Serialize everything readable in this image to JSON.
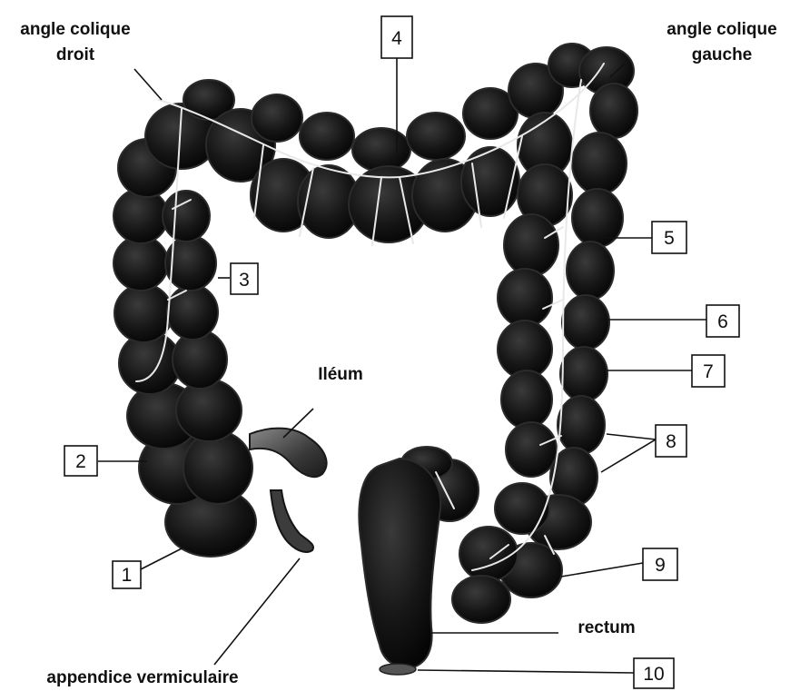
{
  "diagram": {
    "labels": {
      "angle_droit_line1": "angle colique",
      "angle_droit_line2": "droit",
      "angle_gauche_line1": "angle colique",
      "angle_gauche_line2": "gauche",
      "ileum": "Iléum",
      "rectum": "rectum",
      "appendice": "appendice vermiculaire"
    },
    "numbered_callouts": [
      "1",
      "2",
      "3",
      "4",
      "5",
      "6",
      "7",
      "8",
      "9",
      "10"
    ]
  }
}
